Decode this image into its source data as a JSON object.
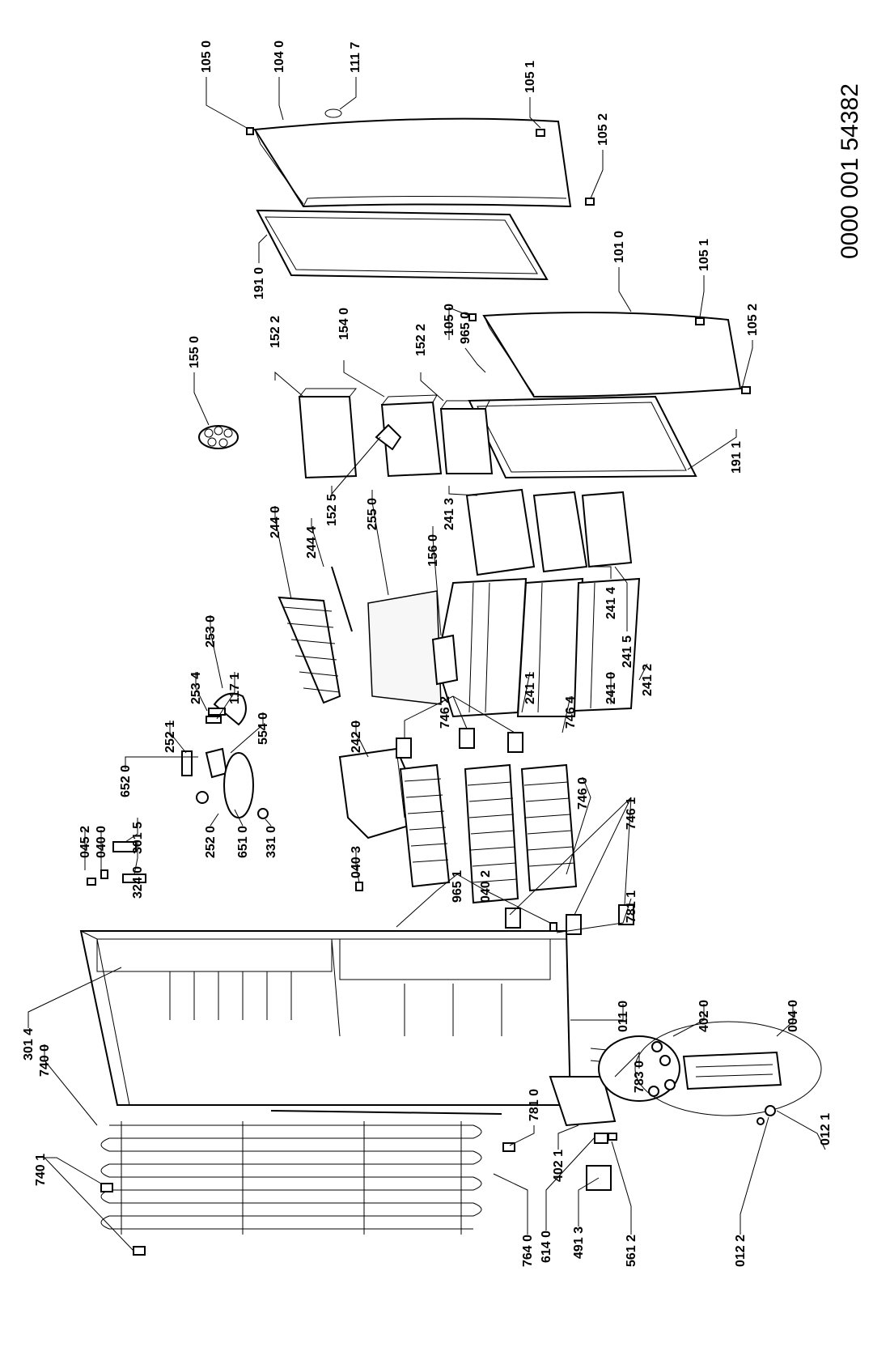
{
  "document_number": "0000 001 54382",
  "labels": {
    "l1050a": "105 0",
    "l1040": "104 0",
    "l1117": "111 7",
    "l1051a": "105 1",
    "l1052a": "105 2",
    "l1910": "191 0",
    "l1522a": "152 2",
    "l1540": "154 0",
    "l1522b": "152 2",
    "l1050b": "105 0",
    "l9650": "965 0",
    "l1010": "101 0",
    "l1051b": "105 1",
    "l1052b": "105 2",
    "l1911": "191 1",
    "l1550": "155 0",
    "l1525": "152 5",
    "l2440": "244 0",
    "l2444": "244 4",
    "l2550": "255 0",
    "l1560": "156 0",
    "l2413": "241 3",
    "l2414": "241 4",
    "l2415": "241 5",
    "l2530": "253 0",
    "l2534": "253 4",
    "l1171": "117 1",
    "l5540": "554 0",
    "l2521": "252 1",
    "l6520": "652 0",
    "l7462": "746 2",
    "l2411": "241 1",
    "l7464": "746 4",
    "l2410": "241 0",
    "l2412": "241 2",
    "l2420": "242 0",
    "l7460": "746 0",
    "l7461": "746 1",
    "l0452": "045 2",
    "l0400": "040 0",
    "l3015": "301 5",
    "l3240": "324 0",
    "l6510": "651 0",
    "l2520": "252 0",
    "l3310": "331 0",
    "l0403": "040 3",
    "l9651": "965 1",
    "l0402": "040 2",
    "l7811a": "781 1",
    "l3014": "301 4",
    "l7400": "740 0",
    "l0110": "011 0",
    "l7830": "783 0",
    "l4020": "402 0",
    "l0040": "004 0",
    "l7401": "740 1",
    "l7810": "781 0",
    "l4021": "402 1",
    "l7640": "764 0",
    "l6140": "614 0",
    "l4913": "491 3",
    "l5612": "561 2",
    "l0122": "012 2",
    "l0121": "012 1"
  }
}
